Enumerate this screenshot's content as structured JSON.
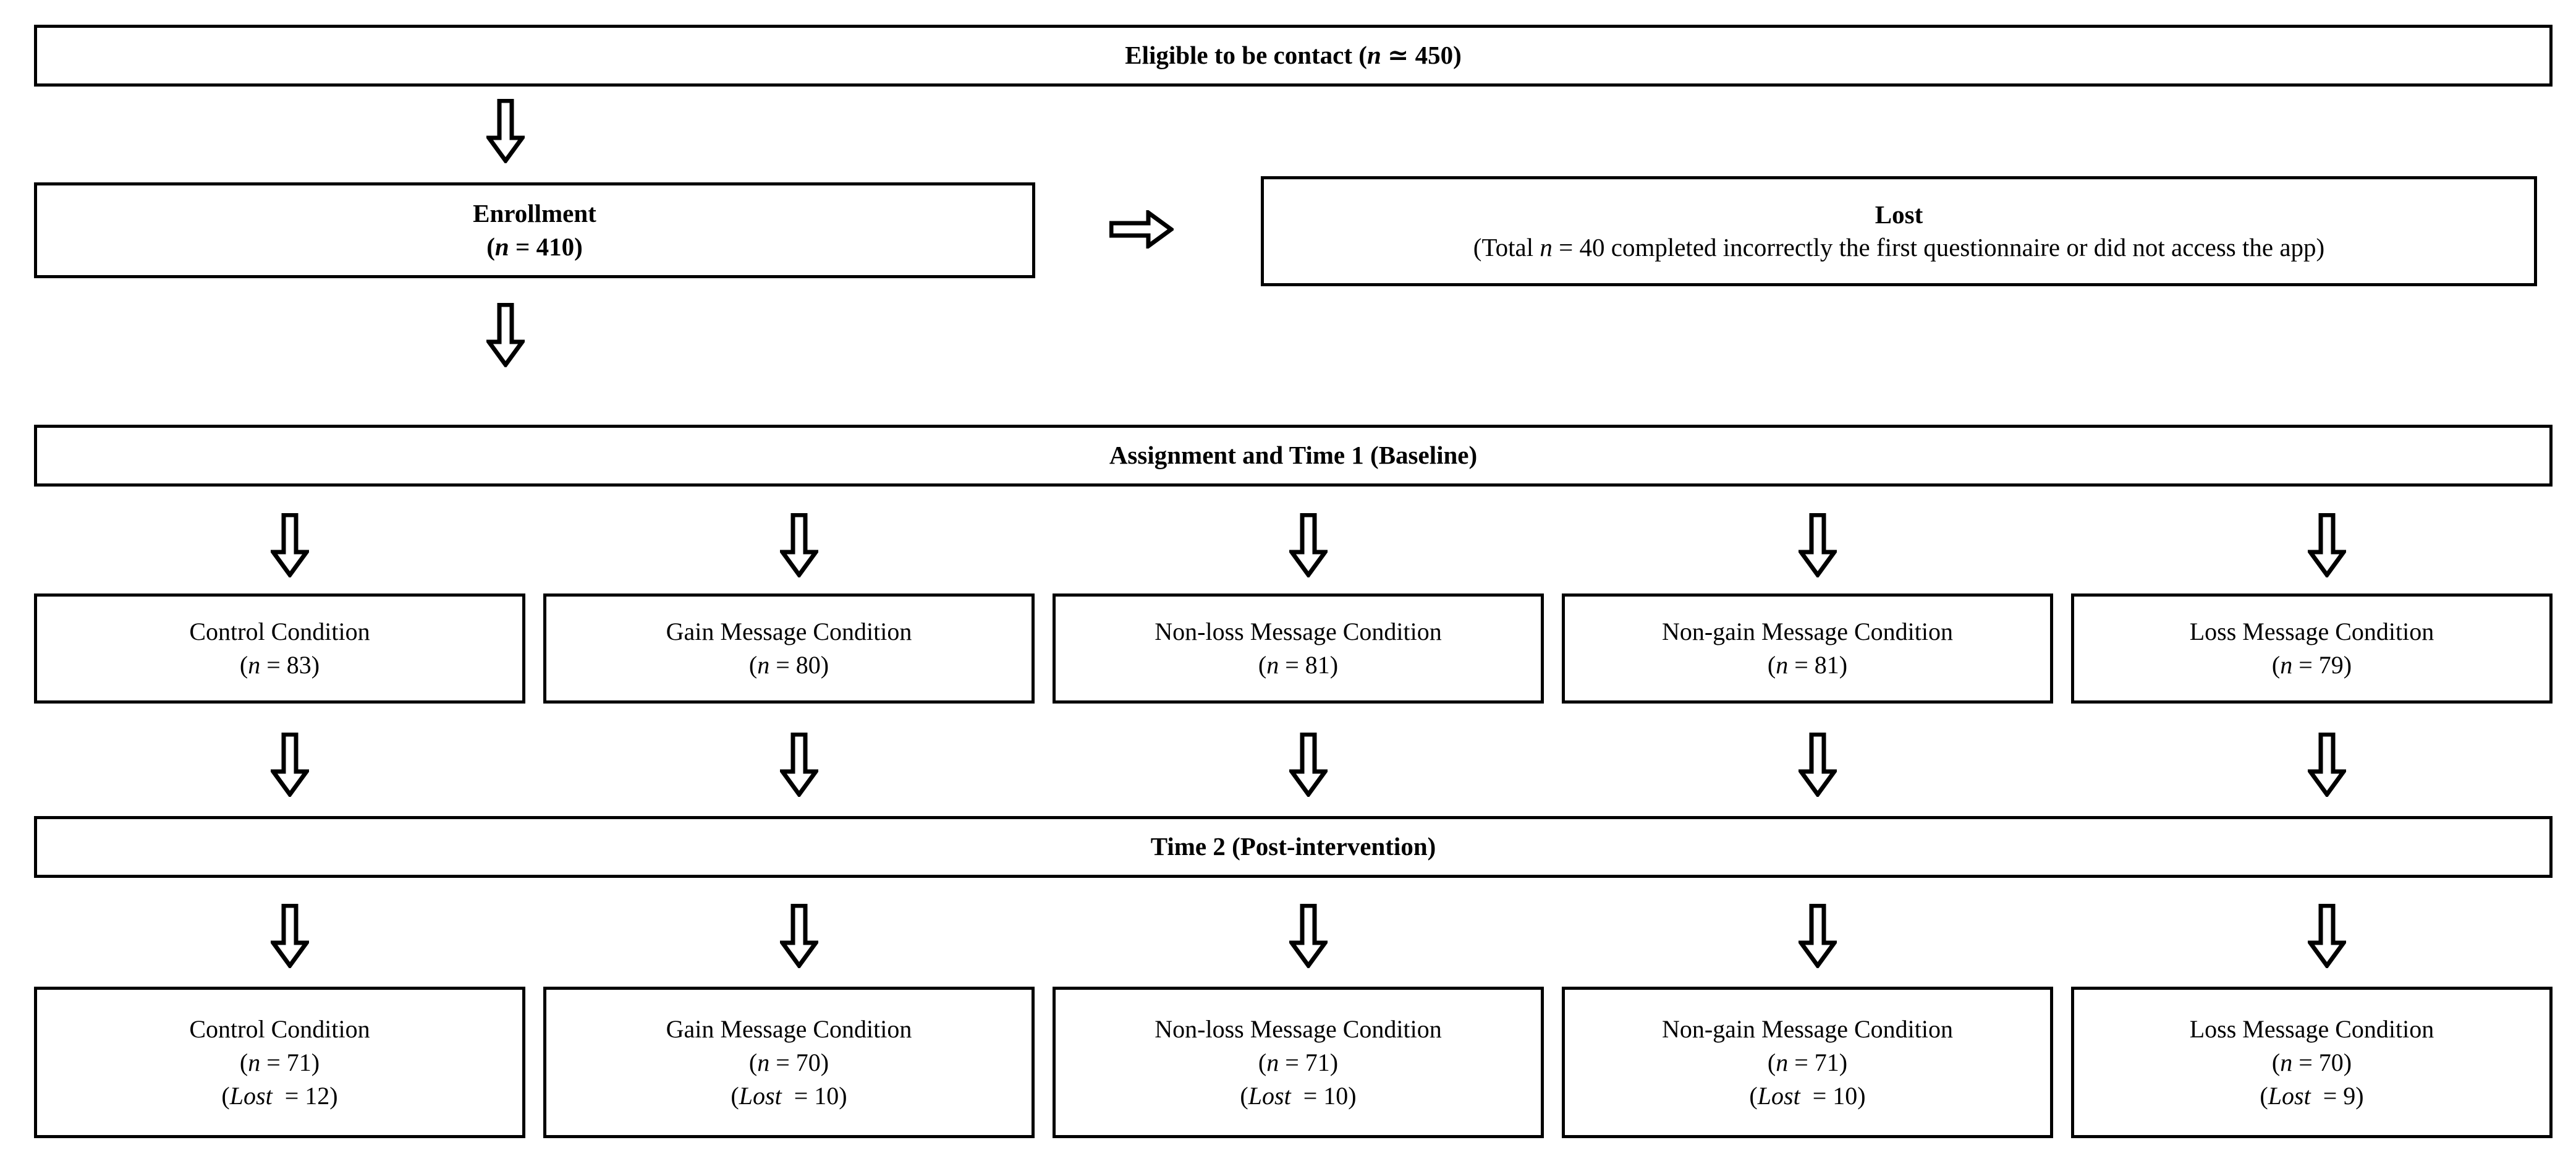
{
  "diagram": {
    "type": "participant-flow-diagram",
    "nodes": {
      "eligible": {
        "text": "Eligible to be contact (n ≃ 450)",
        "label_plain": "Eligible to be contact",
        "n": "450",
        "n_relation": "≃"
      },
      "enrollment": {
        "title": "Enrollment",
        "sub": "(n = 410)",
        "n": "410"
      },
      "lost": {
        "title": "Lost",
        "sub": "(Total n = 40 completed incorrectly the first questionnaire or did not access the app)",
        "n": "40"
      },
      "assignment": {
        "text": "Assignment  and Time 1 (Baseline)"
      },
      "time2": {
        "text": "Time 2 (Post-intervention)"
      }
    },
    "time1_conditions": [
      {
        "name": "Control Condition",
        "n_line": "(n = 83)",
        "n": "83"
      },
      {
        "name": "Gain Message Condition",
        "n_line": "(n = 80)",
        "n": "80"
      },
      {
        "name": "Non-loss Message Condition",
        "n_line": "(n = 81)",
        "n": "81"
      },
      {
        "name": "Non-gain Message Condition",
        "n_line": "(n = 81)",
        "n": "81"
      },
      {
        "name": "Loss Message Condition",
        "n_line": "(n = 79)",
        "n": "79"
      }
    ],
    "time2_conditions": [
      {
        "name": "Control Condition",
        "n_line": "(n = 71)",
        "lost_line": "(Lost  = 12)",
        "n": "71",
        "lost": "12"
      },
      {
        "name": "Gain Message Condition",
        "n_line": "(n = 70)",
        "lost_line": "(Lost  = 10)",
        "n": "70",
        "lost": "10"
      },
      {
        "name": "Non-loss Message Condition",
        "n_line": "(n = 71)",
        "lost_line": "(Lost  = 10)",
        "n": "71",
        "lost": "10"
      },
      {
        "name": "Non-gain Message Condition",
        "n_line": "(n = 71)",
        "lost_line": "(Lost  = 10)",
        "n": "71",
        "lost": "10"
      },
      {
        "name": "Loss Message Condition",
        "n_line": "(n = 70)",
        "lost_line": "(Lost  = 9)",
        "n": "70",
        "lost": "9"
      }
    ],
    "arrows": {
      "down_icon": "arrow-down-block-icon",
      "right_icon": "arrow-right-block-icon"
    },
    "colors": {
      "stroke": "#000000",
      "fill": "#ffffff",
      "text": "#000000"
    }
  }
}
